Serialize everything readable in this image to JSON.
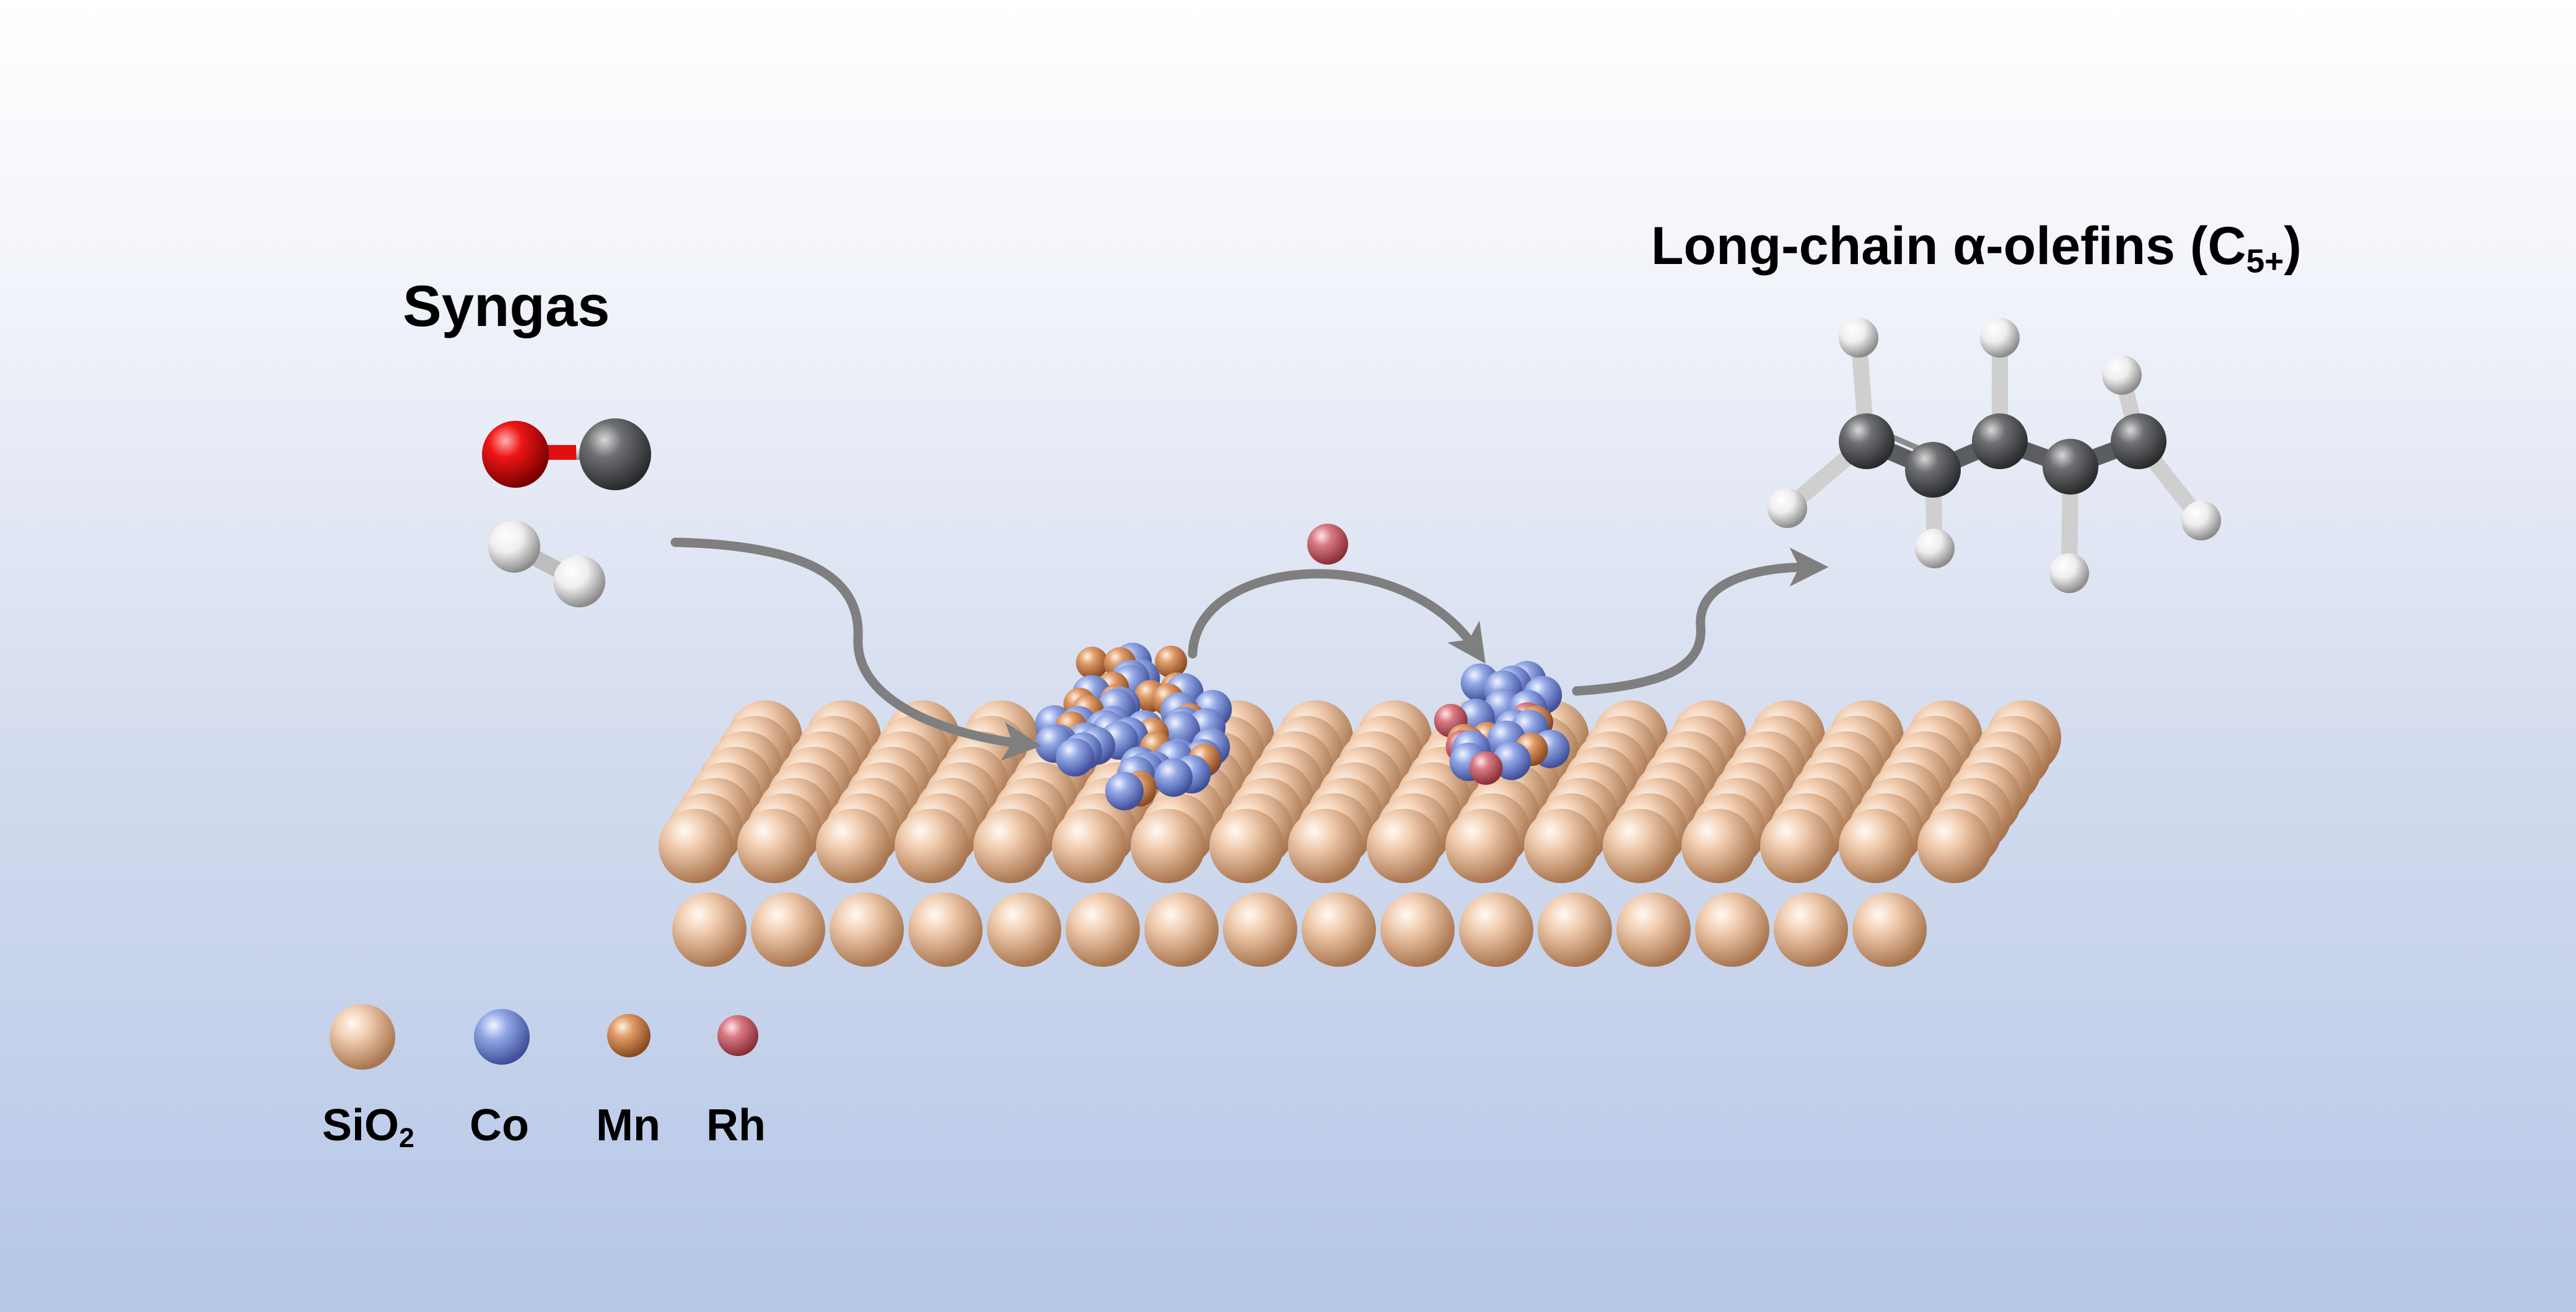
{
  "labels": {
    "syngas": "Syngas",
    "product_main": "Long-chain α-olefins (C",
    "product_sub": "5+",
    "product_close": ")"
  },
  "legend": [
    {
      "key": "sio2",
      "text": "SiO",
      "sub": "2",
      "color": "#efc8a8"
    },
    {
      "key": "co",
      "text": "Co",
      "sub": "",
      "color": "#8fa3e3"
    },
    {
      "key": "mn",
      "text": "Mn",
      "sub": "",
      "color": "#d89463"
    },
    {
      "key": "rh",
      "text": "Rh",
      "sub": "",
      "color": "#d67179"
    }
  ],
  "atom_colors": {
    "oxygen": "#e8101a",
    "carbon": "#6a6c6f",
    "hydrogen": "#f2f2f2",
    "sio2": "#efc8a8",
    "co": "#8fa3e3",
    "mn": "#d89463",
    "rh": "#d67179"
  },
  "arrow_color": "#7f7f7f"
}
